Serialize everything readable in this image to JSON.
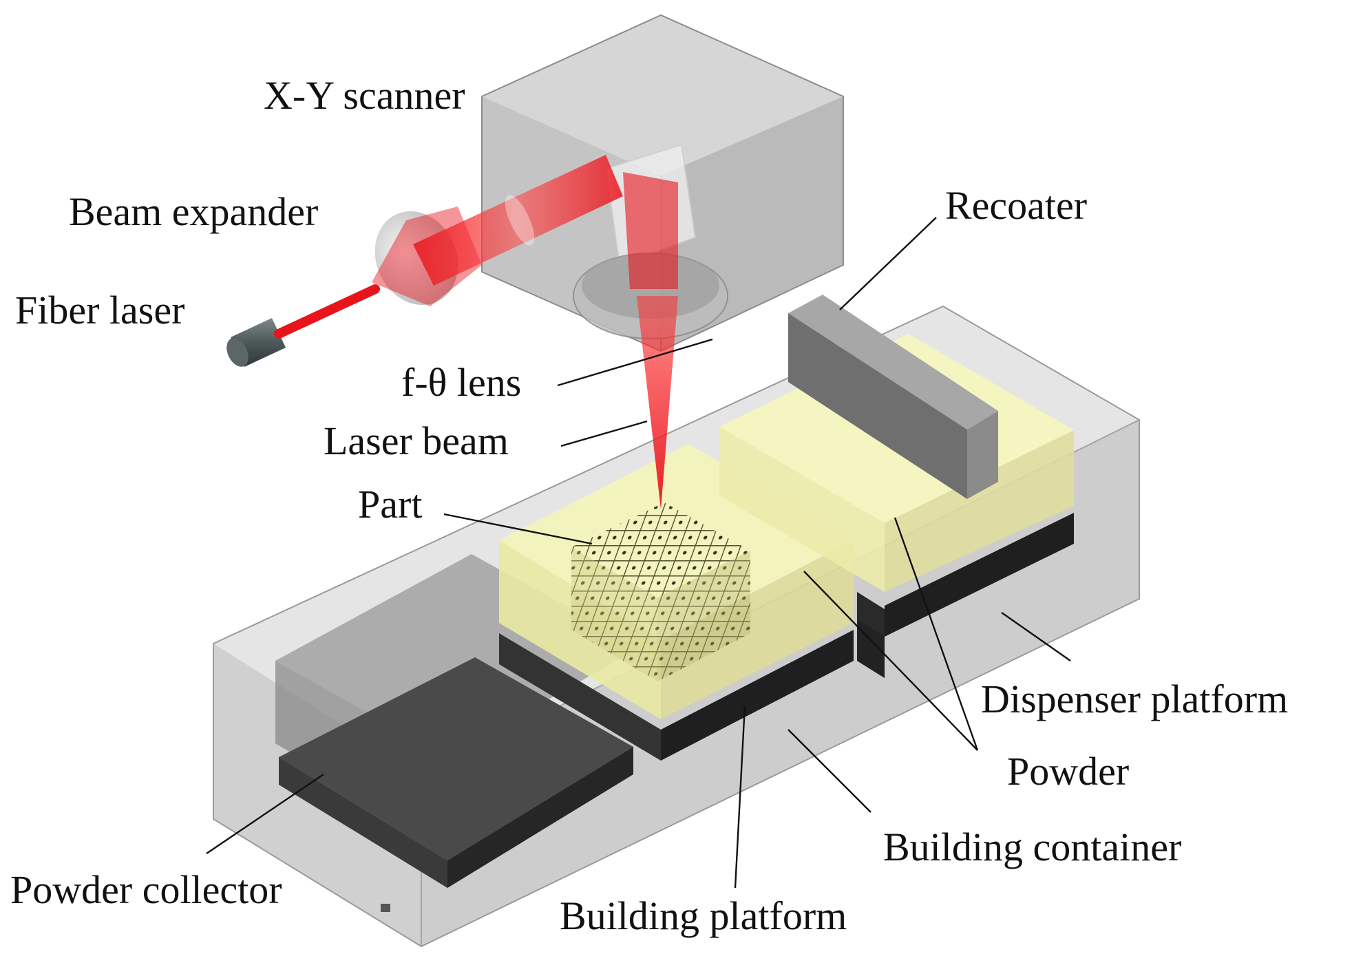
{
  "labels": {
    "xy_scanner": "X-Y scanner",
    "beam_expander": "Beam expander",
    "fiber_laser": "Fiber laser",
    "f_theta_lens": "f-θ lens",
    "laser_beam": "Laser beam",
    "part": "Part",
    "recoater": "Recoater",
    "dispenser_platform": "Dispenser platform",
    "powder": "Powder",
    "building_container": "Building container",
    "powder_collector": "Powder collector",
    "building_platform": "Building platform"
  },
  "colors": {
    "laser": "#e8141c",
    "powder": "#f2f2b0",
    "housing": "#c9c9c9",
    "platform": "#2e2e2e",
    "recoater": "#8a8a8a"
  }
}
